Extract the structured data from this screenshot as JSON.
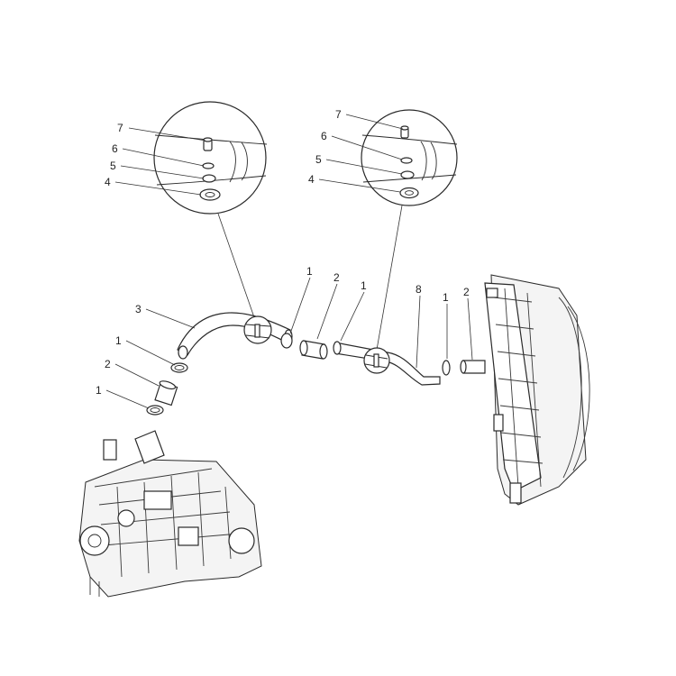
{
  "callouts": {
    "detail_left": [
      "7",
      "6",
      "5",
      "4"
    ],
    "detail_right": [
      "7",
      "6",
      "5",
      "4"
    ],
    "lower_left": [
      "3",
      "1",
      "2",
      "1"
    ],
    "center": [
      "1",
      "2",
      "1",
      "8"
    ],
    "right": [
      "1",
      "2"
    ]
  }
}
